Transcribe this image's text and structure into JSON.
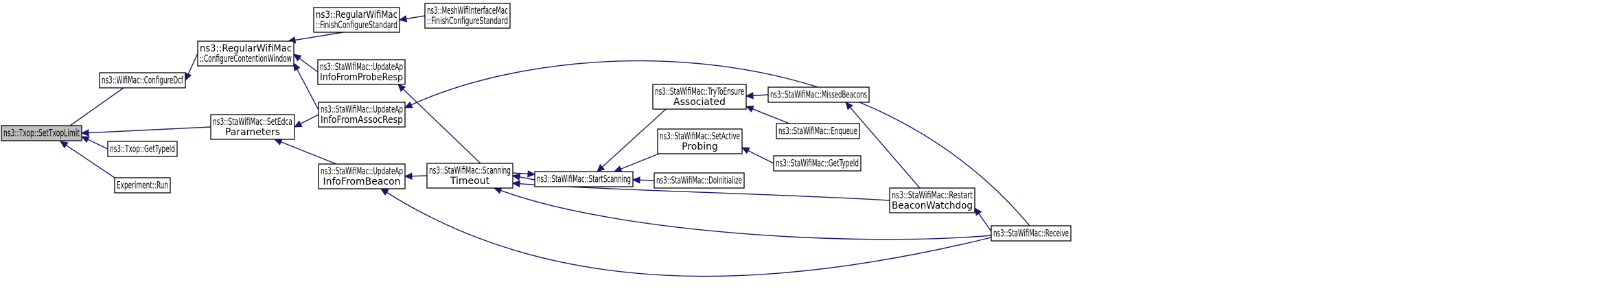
{
  "colors": {
    "node_fill": "#ffffff",
    "root_fill": "#bfbfbf",
    "node_border": "#000000",
    "edge": "#191970"
  },
  "nodes": [
    {
      "id": "n0",
      "lines": [
        "ns3::Txop::SetTxopLimit"
      ],
      "root": true
    },
    {
      "id": "n1",
      "lines": [
        "ns3::WifiMac::ConfigureDcf"
      ]
    },
    {
      "id": "n2",
      "lines": [
        "ns3::StaWifiMac::SetEdca",
        "Parameters"
      ]
    },
    {
      "id": "n3",
      "lines": [
        "ns3::Txop::GetTypeId"
      ]
    },
    {
      "id": "n4",
      "lines": [
        "Experiment::Run"
      ]
    },
    {
      "id": "n5",
      "lines": [
        "ns3::RegularWifiMac",
        "::ConfigureContentionWindow"
      ]
    },
    {
      "id": "n6",
      "lines": [
        "ns3::RegularWifiMac",
        "::FinishConfigureStandard"
      ]
    },
    {
      "id": "n7",
      "lines": [
        "ns3::MeshWifiInterfaceMac",
        "::FinishConfigureStandard"
      ]
    },
    {
      "id": "n8",
      "lines": [
        "ns3::StaWifiMac::UpdateAp",
        "InfoFromProbeResp"
      ]
    },
    {
      "id": "n9",
      "lines": [
        "ns3::StaWifiMac::UpdateAp",
        "InfoFromAssocResp"
      ]
    },
    {
      "id": "n10",
      "lines": [
        "ns3::StaWifiMac::UpdateAp",
        "InfoFromBeacon"
      ]
    },
    {
      "id": "n11",
      "lines": [
        "ns3::StaWifiMac::Scanning",
        "Timeout"
      ]
    },
    {
      "id": "n12",
      "lines": [
        "ns3::StaWifiMac::StartScanning"
      ]
    },
    {
      "id": "n13",
      "lines": [
        "ns3::StaWifiMac::TryToEnsure",
        "Associated"
      ]
    },
    {
      "id": "n14",
      "lines": [
        "ns3::StaWifiMac::SetActive",
        "Probing"
      ]
    },
    {
      "id": "n15",
      "lines": [
        "ns3::StaWifiMac::DoInitialize"
      ]
    },
    {
      "id": "n16",
      "lines": [
        "ns3::StaWifiMac::MissedBeacons"
      ]
    },
    {
      "id": "n17",
      "lines": [
        "ns3::StaWifiMac::Enqueue"
      ]
    },
    {
      "id": "n18",
      "lines": [
        "ns3::StaWifiMac::GetTypeId"
      ]
    },
    {
      "id": "n19",
      "lines": [
        "ns3::StaWifiMac::Restart",
        "BeaconWatchdog"
      ]
    },
    {
      "id": "n20",
      "lines": [
        "ns3::StaWifiMac::Receive"
      ]
    }
  ],
  "edges": [
    {
      "from": "n1",
      "to": "n0"
    },
    {
      "from": "n2",
      "to": "n0"
    },
    {
      "from": "n3",
      "to": "n0"
    },
    {
      "from": "n4",
      "to": "n0"
    },
    {
      "from": "n5",
      "to": "n1"
    },
    {
      "from": "n6",
      "to": "n5"
    },
    {
      "from": "n7",
      "to": "n6"
    },
    {
      "from": "n8",
      "to": "n5"
    },
    {
      "from": "n9",
      "to": "n5"
    },
    {
      "from": "n9",
      "to": "n2"
    },
    {
      "from": "n10",
      "to": "n2"
    },
    {
      "from": "n11",
      "to": "n8"
    },
    {
      "from": "n11",
      "to": "n10"
    },
    {
      "from": "n12",
      "to": "n11"
    },
    {
      "from": "n11",
      "to": "n12"
    },
    {
      "from": "n13",
      "to": "n12"
    },
    {
      "from": "n14",
      "to": "n12"
    },
    {
      "from": "n15",
      "to": "n12"
    },
    {
      "from": "n16",
      "to": "n13"
    },
    {
      "from": "n17",
      "to": "n13"
    },
    {
      "from": "n18",
      "to": "n14"
    },
    {
      "from": "n19",
      "to": "n16"
    },
    {
      "from": "n19",
      "to": "n11"
    },
    {
      "from": "n20",
      "to": "n19"
    },
    {
      "from": "n20",
      "to": "n11"
    },
    {
      "from": "n20",
      "to": "n10"
    },
    {
      "from": "n20",
      "to": "n9"
    }
  ]
}
